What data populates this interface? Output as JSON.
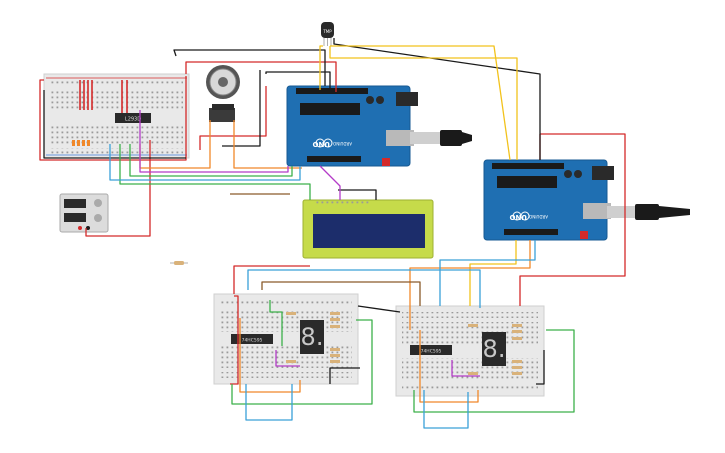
{
  "diagram": {
    "tool": "circuit-schematic-editor",
    "components": {
      "breadboard_main": {
        "chip_label": "L293D"
      },
      "breadboard_left": {
        "chip_label": "74HC595"
      },
      "breadboard_right": {
        "chip_label": "74HC595"
      },
      "arduino_a": {
        "brand": "ARDUINO",
        "model": "UNO"
      },
      "arduino_b": {
        "brand": "ARDUINO",
        "model": "UNO"
      },
      "temp_sensor": {
        "label": "TMP"
      },
      "lcd": {
        "label": ""
      },
      "seven_segment_left": {
        "digit": "8."
      },
      "seven_segment_right": {
        "digit": "8."
      }
    },
    "colors": {
      "arduino_board": "#1f6fb2",
      "breadboard": "#e9e9e9",
      "lcd_bezel": "#c6db4a",
      "lcd_screen": "#1c2d6b",
      "wire_red": "#d42a2a",
      "wire_black": "#1a1a1a",
      "wire_yellow": "#f2c21c",
      "wire_green": "#3cb04a",
      "wire_orange": "#f0882a",
      "wire_blue": "#3aa0d8",
      "wire_purple": "#b43cc8",
      "wire_brown": "#8a5a2a"
    }
  }
}
